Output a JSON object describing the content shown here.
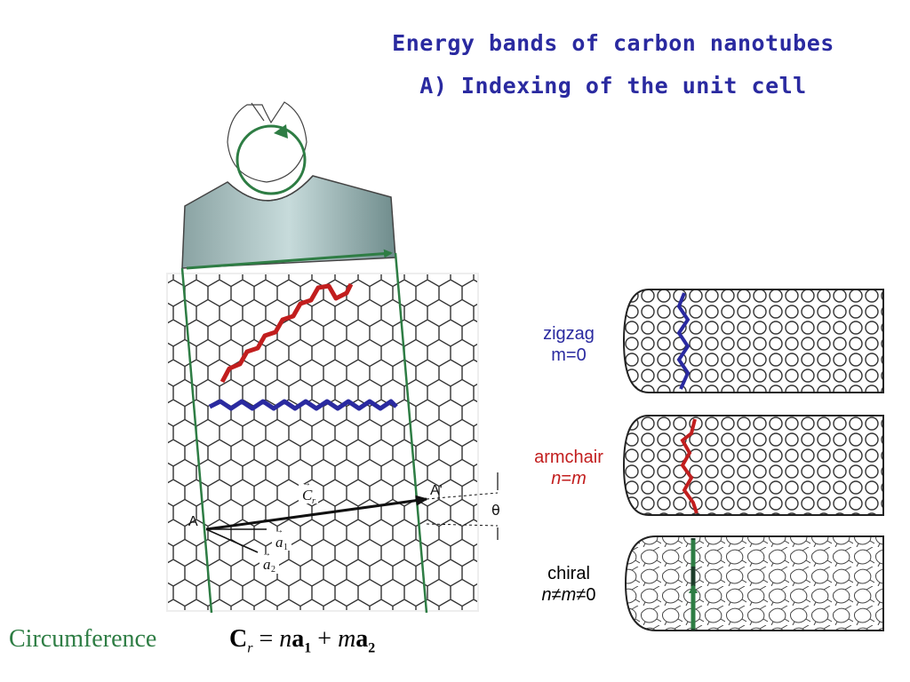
{
  "title": {
    "line1": "Energy bands of carbon nanotubes",
    "line2": "A) Indexing of the unit cell"
  },
  "tubes": {
    "zigzag": {
      "name": "zigzag",
      "rule": "m=0"
    },
    "armchair": {
      "name": "armchair",
      "rule_n": "n",
      "rule_eq": "=",
      "rule_m": "m"
    },
    "chiral": {
      "name": "chiral",
      "rule_n": "n",
      "rule_ne1": "≠",
      "rule_m": "m",
      "rule_ne2": "≠",
      "rule_zero": "0"
    }
  },
  "lattice_labels": {
    "point_a": "A",
    "point_a_prime": "A'",
    "c_vector": "C",
    "c_sub": "r",
    "a1_vector": "a",
    "a1_sub": "1",
    "a2_vector": "a",
    "a2_sub": "2",
    "theta": "θ"
  },
  "bottom": {
    "circumference_label": "Circumference",
    "formula": {
      "C": "C",
      "C_sub": "r",
      "eq": "=",
      "n": "n",
      "a1": "a",
      "a1_sub": "1",
      "plus": "+",
      "m": "m",
      "a2": "a",
      "a2_sub": "2"
    }
  },
  "colors": {
    "title": "#2a2aa0",
    "zigzag": "#2a2aa0",
    "armchair": "#c21e1e",
    "chiral_rule": "#2e7d44",
    "circumference": "#2e7d44"
  }
}
